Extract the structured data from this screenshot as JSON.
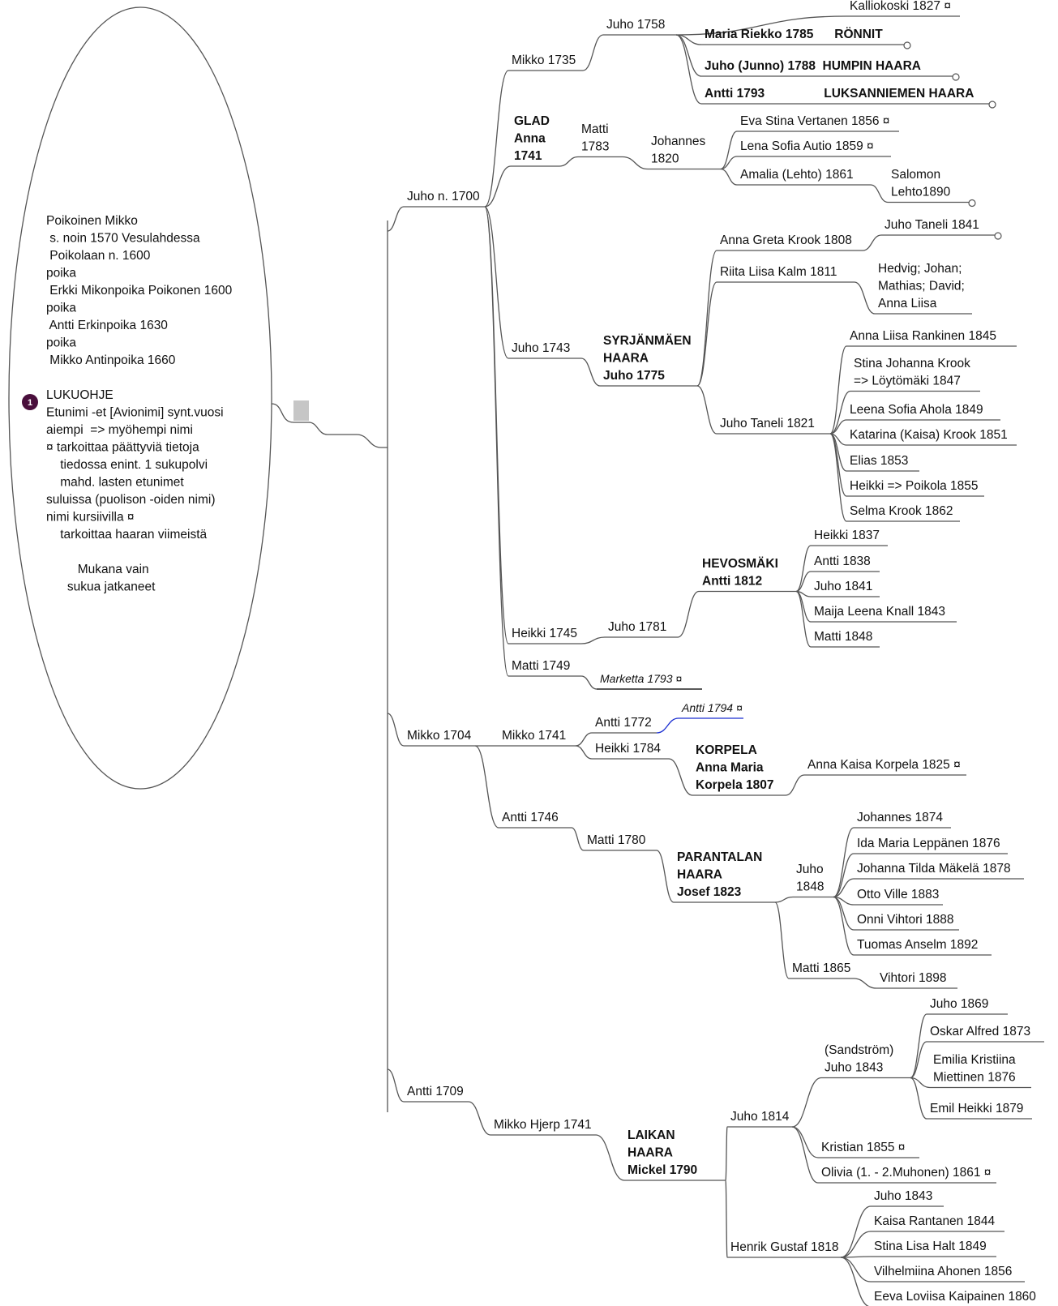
{
  "root_note": {
    "lines": [
      "Poikoinen Mikko",
      " s. noin 1570 Vesulahdessa",
      " Poikolaan n. 1600",
      "poika",
      " Erkki Mikonpoika Poikonen 1600",
      "poika",
      " Antti Erkinpoika 1630",
      "poika",
      " Mikko Antinpoika 1660",
      "",
      "LUKUOHJE",
      "Etunimi -et [Avionimi] synt.vuosi",
      "aiempi  => myöhempi nimi",
      "¤ tarkoittaa päättyviä tietoja",
      "    tiedossa enint. 1 sukupolvi",
      "    mahd. lasten etunimet",
      "suluissa (puolison -oiden nimi)",
      "nimi kursiivilla ¤",
      "    tarkoittaa haaran viimeistä",
      "",
      "         Mukana vain",
      "      sukua jatkaneet"
    ],
    "marker": "1"
  },
  "colors": {
    "line": "#555555",
    "blue_line": "#1b2fd1",
    "marker": "#4a0f3c",
    "text": "#111111"
  },
  "nodes": [
    {
      "id": "juho1700",
      "text": [
        "Juho n. 1700"
      ]
    },
    {
      "id": "mikko1704",
      "text": [
        "Mikko 1704"
      ]
    },
    {
      "id": "antti1709",
      "text": [
        "Antti 1709"
      ]
    },
    {
      "id": "mikko1735",
      "text": [
        "Mikko 1735"
      ]
    },
    {
      "id": "juho1758",
      "text": [
        "Juho 1758"
      ]
    },
    {
      "id": "kalliokoski",
      "text": [
        "Kalliokoski 1827 ¤"
      ]
    },
    {
      "id": "maria1785",
      "text": [
        "Maria Riekko 1785      RÖNNIT"
      ],
      "bold": true
    },
    {
      "id": "juho1788",
      "text": [
        "Juho (Junno) 1788  HUMPIN HAARA"
      ],
      "bold": true
    },
    {
      "id": "antti1793",
      "text": [
        "Antti 1793                 LUKSANNIEMEN HAARA"
      ],
      "bold": true
    },
    {
      "id": "glad",
      "text": [
        "GLAD",
        "Anna",
        "1741"
      ],
      "bold": true
    },
    {
      "id": "matti1783",
      "text": [
        "Matti",
        "1783"
      ]
    },
    {
      "id": "johannes1820",
      "text": [
        "Johannes",
        "1820"
      ]
    },
    {
      "id": "eva1856",
      "text": [
        "Eva Stina Vertanen 1856 ¤"
      ]
    },
    {
      "id": "lena1859",
      "text": [
        "Lena Sofia Autio 1859 ¤"
      ]
    },
    {
      "id": "amalia1861",
      "text": [
        "Amalia (Lehto) 1861"
      ]
    },
    {
      "id": "salomon1890",
      "text": [
        "Salomon",
        "Lehto1890"
      ]
    },
    {
      "id": "juho1743",
      "text": [
        "Juho 1743"
      ]
    },
    {
      "id": "syrjanmaki",
      "text": [
        "SYRJÄNMÄEN",
        "HAARA",
        "Juho 1775"
      ],
      "bold": true
    },
    {
      "id": "anna1808",
      "text": [
        "Anna Greta Krook 1808"
      ]
    },
    {
      "id": "juhotaneli1841",
      "text": [
        "Juho Taneli 1841"
      ]
    },
    {
      "id": "riita1811",
      "text": [
        "Riita Liisa Kalm 1811"
      ]
    },
    {
      "id": "hedvig",
      "text": [
        "Hedvig; Johan;",
        "Mathias; David;",
        "Anna Liisa"
      ]
    },
    {
      "id": "juhotaneli1821",
      "text": [
        "Juho Taneli 1821"
      ]
    },
    {
      "id": "annaliisa1845",
      "text": [
        "Anna Liisa Rankinen 1845"
      ]
    },
    {
      "id": "stina1847",
      "text": [
        "Stina Johanna Krook",
        "=> Löytömäki 1847"
      ]
    },
    {
      "id": "leena1849",
      "text": [
        "Leena Sofia Ahola 1849"
      ]
    },
    {
      "id": "katarina1851",
      "text": [
        "Katarina (Kaisa) Krook 1851"
      ]
    },
    {
      "id": "elias1853",
      "text": [
        "Elias 1853"
      ]
    },
    {
      "id": "heikki1855",
      "text": [
        "Heikki => Poikola 1855"
      ]
    },
    {
      "id": "selma1862",
      "text": [
        "Selma Krook 1862"
      ]
    },
    {
      "id": "heikki1745",
      "text": [
        "Heikki 1745"
      ]
    },
    {
      "id": "juho1781",
      "text": [
        "Juho 1781"
      ]
    },
    {
      "id": "hevosmaki",
      "text": [
        "HEVOSMÄKI",
        "Antti 1812"
      ],
      "bold": true
    },
    {
      "id": "heikki1837",
      "text": [
        "Heikki 1837"
      ]
    },
    {
      "id": "antti1838",
      "text": [
        "Antti 1838"
      ]
    },
    {
      "id": "juho1841",
      "text": [
        "Juho 1841"
      ]
    },
    {
      "id": "maija1843",
      "text": [
        "Maija Leena Knall 1843"
      ]
    },
    {
      "id": "matti1848",
      "text": [
        "Matti 1848"
      ]
    },
    {
      "id": "matti1749",
      "text": [
        "Matti 1749"
      ]
    },
    {
      "id": "marketta1793",
      "text": [
        "Marketta 1793 ¤"
      ],
      "italic": true
    },
    {
      "id": "mikko1741",
      "text": [
        "Mikko 1741"
      ]
    },
    {
      "id": "antti1772",
      "text": [
        "Antti 1772"
      ]
    },
    {
      "id": "antti1794",
      "text": [
        "Antti 1794 ¤"
      ],
      "italic": true
    },
    {
      "id": "heikki1784",
      "text": [
        "Heikki 1784"
      ]
    },
    {
      "id": "korpela",
      "text": [
        "KORPELA",
        "Anna Maria",
        "Korpela 1807"
      ],
      "bold": true
    },
    {
      "id": "annakaisa1825",
      "text": [
        "Anna Kaisa Korpela 1825 ¤"
      ]
    },
    {
      "id": "antti1746",
      "text": [
        "Antti 1746"
      ]
    },
    {
      "id": "matti1780",
      "text": [
        "Matti 1780"
      ]
    },
    {
      "id": "parantala",
      "text": [
        "PARANTALAN",
        "HAARA",
        "Josef 1823"
      ],
      "bold": true
    },
    {
      "id": "juho1848",
      "text": [
        "Juho",
        "1848"
      ]
    },
    {
      "id": "johannes1874",
      "text": [
        "Johannes 1874"
      ]
    },
    {
      "id": "ida1876",
      "text": [
        "Ida Maria Leppänen 1876"
      ]
    },
    {
      "id": "johanna1878",
      "text": [
        "Johanna Tilda Mäkelä 1878"
      ]
    },
    {
      "id": "otto1883",
      "text": [
        "Otto Ville 1883"
      ]
    },
    {
      "id": "onni1888",
      "text": [
        "Onni Vihtori 1888"
      ]
    },
    {
      "id": "tuomas1892",
      "text": [
        "Tuomas Anselm 1892"
      ]
    },
    {
      "id": "matti1865",
      "text": [
        "Matti 1865"
      ]
    },
    {
      "id": "vihtori1898",
      "text": [
        "Vihtori 1898"
      ]
    },
    {
      "id": "mikkohjerp1741",
      "text": [
        "Mikko Hjerp 1741"
      ]
    },
    {
      "id": "laika",
      "text": [
        "LAIKAN",
        "HAARA",
        "Mickel 1790"
      ],
      "bold": true
    },
    {
      "id": "juho1814",
      "text": [
        "Juho 1814"
      ]
    },
    {
      "id": "sandstrom1843",
      "text": [
        "(Sandström)",
        "Juho 1843"
      ]
    },
    {
      "id": "juho1869",
      "text": [
        "Juho 1869"
      ]
    },
    {
      "id": "oskar1873",
      "text": [
        "Oskar Alfred 1873"
      ]
    },
    {
      "id": "emilia1876",
      "text": [
        "Emilia Kristiina",
        "Miettinen 1876"
      ]
    },
    {
      "id": "emil1879",
      "text": [
        "Emil Heikki 1879"
      ]
    },
    {
      "id": "kristian1855",
      "text": [
        "Kristian 1855 ¤"
      ]
    },
    {
      "id": "olivia1861",
      "text": [
        "Olivia (1. - 2.Muhonen) 1861 ¤"
      ]
    },
    {
      "id": "henrik1818",
      "text": [
        "Henrik Gustaf 1818"
      ]
    },
    {
      "id": "juho1843b",
      "text": [
        "Juho 1843"
      ]
    },
    {
      "id": "kaisa1844",
      "text": [
        "Kaisa Rantanen 1844"
      ]
    },
    {
      "id": "stinalisa1849",
      "text": [
        "Stina Lisa Halt 1849"
      ]
    },
    {
      "id": "vilhelmiina1856",
      "text": [
        "Vilhelmiina Ahonen 1856"
      ]
    },
    {
      "id": "eeva1860",
      "text": [
        "Eeva Loviisa Kaipainen 1860"
      ]
    }
  ],
  "edges": [
    [
      "juho1700",
      "mikko1735"
    ],
    [
      "juho1700",
      "glad"
    ],
    [
      "juho1700",
      "juho1743"
    ],
    [
      "juho1700",
      "heikki1745"
    ],
    [
      "juho1700",
      "matti1749"
    ],
    [
      "mikko1735",
      "juho1758"
    ],
    [
      "juho1758",
      "kalliokoski"
    ],
    [
      "juho1758",
      "maria1785"
    ],
    [
      "juho1758",
      "juho1788"
    ],
    [
      "juho1758",
      "antti1793"
    ],
    [
      "glad",
      "matti1783"
    ],
    [
      "matti1783",
      "johannes1820"
    ],
    [
      "johannes1820",
      "eva1856"
    ],
    [
      "johannes1820",
      "lena1859"
    ],
    [
      "johannes1820",
      "amalia1861"
    ],
    [
      "amalia1861",
      "salomon1890"
    ],
    [
      "juho1743",
      "syrjanmaki"
    ],
    [
      "syrjanmaki",
      "anna1808"
    ],
    [
      "syrjanmaki",
      "riita1811"
    ],
    [
      "syrjanmaki",
      "juhotaneli1821"
    ],
    [
      "anna1808",
      "juhotaneli1841"
    ],
    [
      "riita1811",
      "hedvig"
    ],
    [
      "juhotaneli1821",
      "annaliisa1845"
    ],
    [
      "juhotaneli1821",
      "stina1847"
    ],
    [
      "juhotaneli1821",
      "leena1849"
    ],
    [
      "juhotaneli1821",
      "katarina1851"
    ],
    [
      "juhotaneli1821",
      "elias1853"
    ],
    [
      "juhotaneli1821",
      "heikki1855"
    ],
    [
      "juhotaneli1821",
      "selma1862"
    ],
    [
      "heikki1745",
      "juho1781"
    ],
    [
      "juho1781",
      "hevosmaki"
    ],
    [
      "hevosmaki",
      "heikki1837"
    ],
    [
      "hevosmaki",
      "antti1838"
    ],
    [
      "hevosmaki",
      "juho1841"
    ],
    [
      "hevosmaki",
      "maija1843"
    ],
    [
      "hevosmaki",
      "matti1848"
    ],
    [
      "matti1749",
      "marketta1793"
    ],
    [
      "mikko1704",
      "mikko1741"
    ],
    [
      "mikko1704",
      "antti1746"
    ],
    [
      "mikko1741",
      "antti1772"
    ],
    [
      "mikko1741",
      "heikki1784"
    ],
    [
      "antti1772",
      "antti1794"
    ],
    [
      "heikki1784",
      "korpela"
    ],
    [
      "korpela",
      "annakaisa1825"
    ],
    [
      "antti1746",
      "matti1780"
    ],
    [
      "matti1780",
      "parantala"
    ],
    [
      "parantala",
      "juho1848"
    ],
    [
      "parantala",
      "matti1865"
    ],
    [
      "juho1848",
      "johannes1874"
    ],
    [
      "juho1848",
      "ida1876"
    ],
    [
      "juho1848",
      "johanna1878"
    ],
    [
      "juho1848",
      "otto1883"
    ],
    [
      "juho1848",
      "onni1888"
    ],
    [
      "juho1848",
      "tuomas1892"
    ],
    [
      "matti1865",
      "vihtori1898"
    ],
    [
      "antti1709",
      "mikkohjerp1741"
    ],
    [
      "mikkohjerp1741",
      "laika"
    ],
    [
      "laika",
      "juho1814"
    ],
    [
      "laika",
      "henrik1818"
    ],
    [
      "juho1814",
      "sandstrom1843"
    ],
    [
      "juho1814",
      "kristian1855"
    ],
    [
      "juho1814",
      "olivia1861"
    ],
    [
      "sandstrom1843",
      "juho1869"
    ],
    [
      "sandstrom1843",
      "oskar1873"
    ],
    [
      "sandstrom1843",
      "emilia1876"
    ],
    [
      "sandstrom1843",
      "emil1879"
    ],
    [
      "henrik1818",
      "juho1843b"
    ],
    [
      "henrik1818",
      "kaisa1844"
    ],
    [
      "henrik1818",
      "stinalisa1849"
    ],
    [
      "henrik1818",
      "vilhelmiina1856"
    ],
    [
      "henrik1818",
      "eeva1860"
    ]
  ],
  "blue_edges": [
    [
      "antti1772",
      "antti1794"
    ]
  ],
  "terminals": [
    "maria1785",
    "juho1788",
    "antti1793",
    "salomon1890",
    "juhotaneli1841"
  ]
}
